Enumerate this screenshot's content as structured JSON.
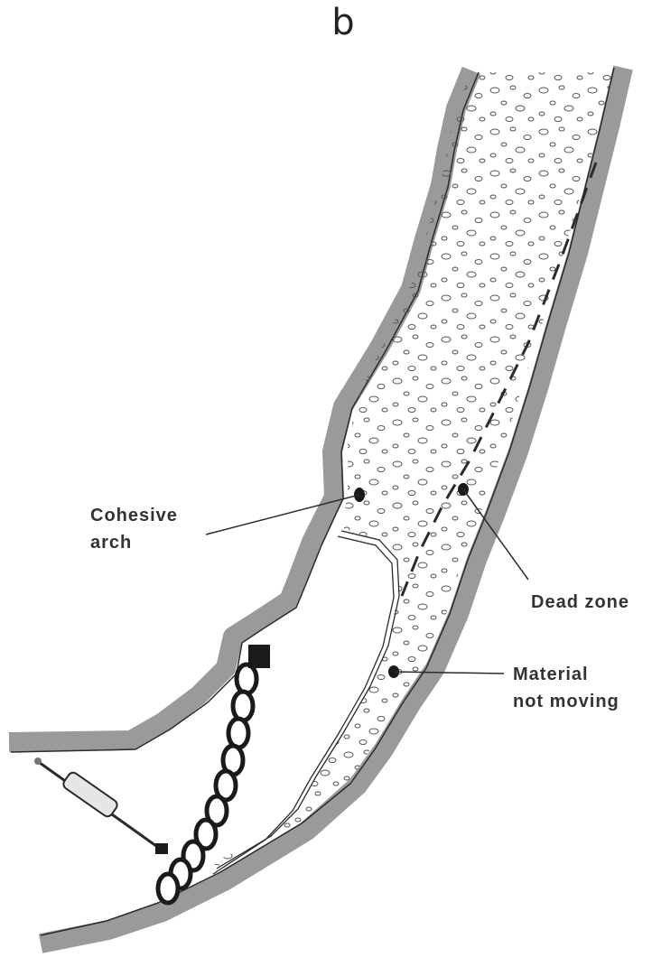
{
  "panel_letter": "b",
  "labels": {
    "cohesive_arch": "Cohesive\narch",
    "dead_zone": "Dead zone",
    "material_not_moving": "Material\nnot moving"
  },
  "colors": {
    "wall": "#9a9a9a",
    "ink": "#2b2b2b",
    "background": "#ffffff"
  }
}
